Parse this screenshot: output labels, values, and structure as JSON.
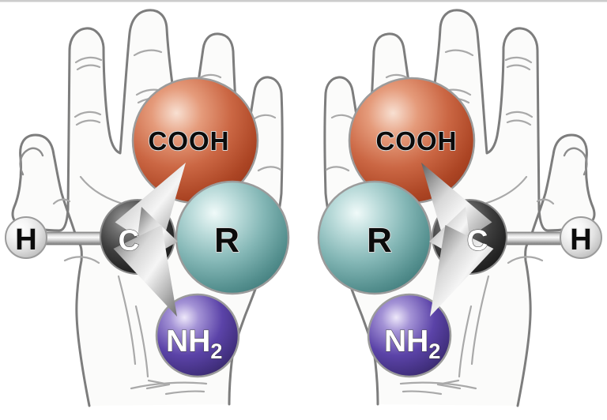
{
  "figure": {
    "top_border_color": "#cccccc",
    "background_color": "#ffffff",
    "hand_fill": "#fbfbfa",
    "hand_outline": "#7d7d7d",
    "crease_color": "#a9a9a9",
    "colors": {
      "cooh": "#cb6744",
      "r": "#84b7b6",
      "c": "#3e3e3e",
      "h": "#e2e2e2",
      "nh2": "#5b43a8"
    },
    "left_molecule": {
      "cooh_label": "COOH",
      "r_label": "R",
      "c_label": "C",
      "h_label": "H",
      "nh2_label": "NH",
      "nh2_subscript": "2"
    },
    "right_molecule": {
      "cooh_label": "COOH",
      "r_label": "R",
      "c_label": "C",
      "h_label": "H",
      "nh2_label": "NH",
      "nh2_subscript": "2"
    }
  }
}
